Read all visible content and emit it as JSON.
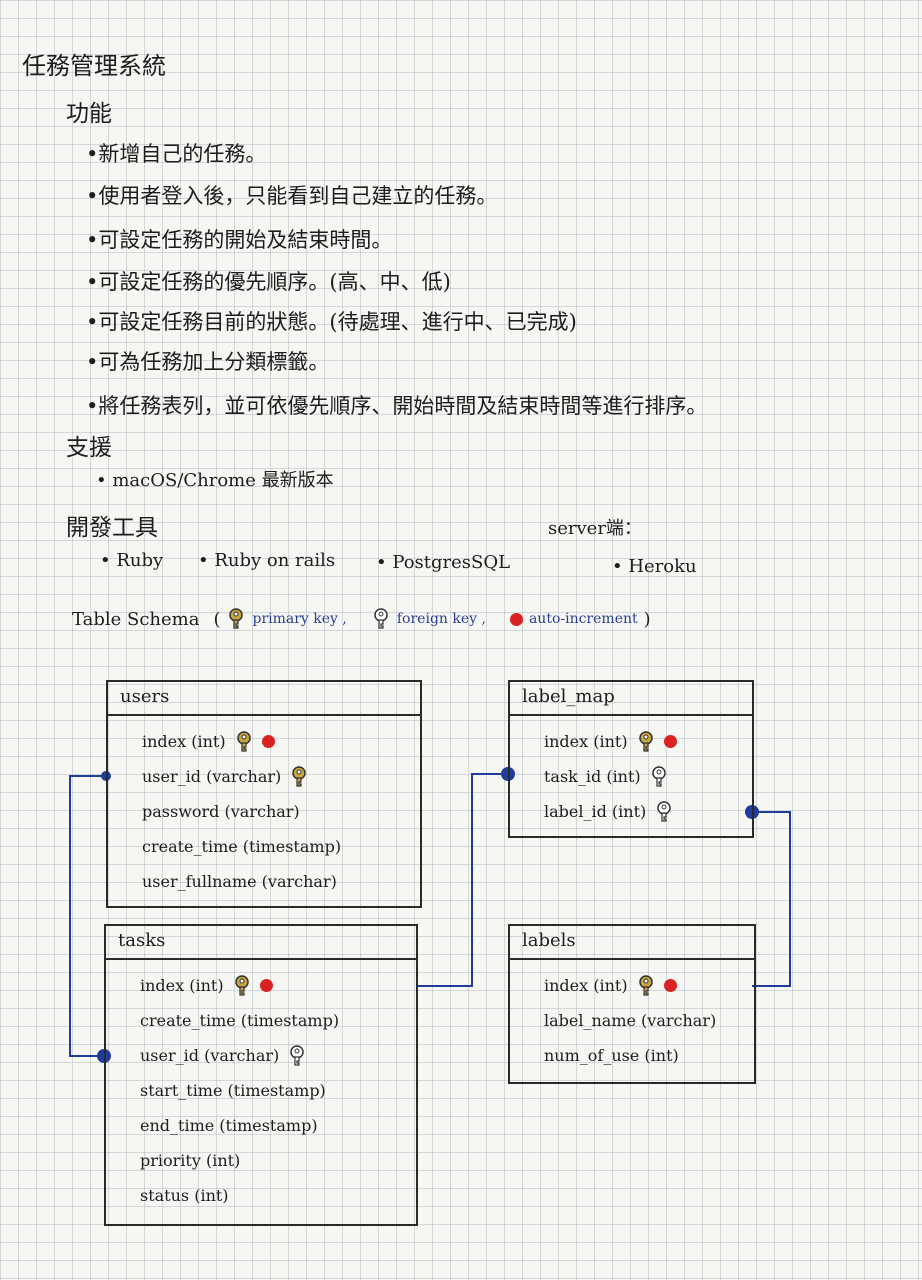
{
  "title": "任務管理系統",
  "features": {
    "heading": "功能",
    "items": [
      "•新增自己的任務。",
      "•使用者登入後，只能看到自己建立的任務。",
      "•可設定任務的開始及結束時間。",
      "•可設定任務的優先順序。(高、中、低)",
      "•可設定任務目前的狀態。(待處理、進行中、已完成)",
      "•可為任務加上分類標籤。",
      "•將任務表列，並可依優先順序、開始時間及結束時間等進行排序。"
    ]
  },
  "support": {
    "heading": "支援",
    "items": [
      "• macOS/Chrome 最新版本"
    ]
  },
  "dev_tools": {
    "heading": "開發工具",
    "items": [
      "• Ruby",
      "• Ruby on rails",
      "• PostgresSQL"
    ]
  },
  "server": {
    "heading": "server端：",
    "items": [
      "• Heroku"
    ]
  },
  "schema": {
    "label": "Table Schema",
    "open": "(",
    "close": ")",
    "legend_primary": "primary key ,",
    "legend_foreign": "foreign key ,",
    "legend_auto": "auto-increment",
    "colors": {
      "primary_key": "#c9a640",
      "foreign_key": "#ffffff",
      "auto_increment": "#d92323",
      "relation_line": "#1f3c9a"
    },
    "tables": {
      "users": {
        "name": "users",
        "fields": [
          {
            "text": "index (int)",
            "pk": true,
            "fk": false,
            "ai": true
          },
          {
            "text": "user_id (varchar)",
            "pk": true,
            "fk": false,
            "ai": false
          },
          {
            "text": "password (varchar)",
            "pk": false,
            "fk": false,
            "ai": false
          },
          {
            "text": "create_time (timestamp)",
            "pk": false,
            "fk": false,
            "ai": false
          },
          {
            "text": "user_fullname (varchar)",
            "pk": false,
            "fk": false,
            "ai": false
          }
        ]
      },
      "tasks": {
        "name": "tasks",
        "fields": [
          {
            "text": "index (int)",
            "pk": true,
            "fk": false,
            "ai": true
          },
          {
            "text": "create_time (timestamp)",
            "pk": false,
            "fk": false,
            "ai": false
          },
          {
            "text": "user_id (varchar)",
            "pk": false,
            "fk": true,
            "ai": false
          },
          {
            "text": "start_time (timestamp)",
            "pk": false,
            "fk": false,
            "ai": false
          },
          {
            "text": "end_time (timestamp)",
            "pk": false,
            "fk": false,
            "ai": false
          },
          {
            "text": "priority (int)",
            "pk": false,
            "fk": false,
            "ai": false
          },
          {
            "text": "status (int)",
            "pk": false,
            "fk": false,
            "ai": false
          }
        ]
      },
      "label_map": {
        "name": "label_map",
        "fields": [
          {
            "text": "index (int)",
            "pk": true,
            "fk": false,
            "ai": true
          },
          {
            "text": "task_id (int)",
            "pk": false,
            "fk": true,
            "ai": false
          },
          {
            "text": "label_id (int)",
            "pk": false,
            "fk": true,
            "ai": false
          }
        ]
      },
      "labels": {
        "name": "labels",
        "fields": [
          {
            "text": "index (int)",
            "pk": true,
            "fk": false,
            "ai": true
          },
          {
            "text": "label_name (varchar)",
            "pk": false,
            "fk": false,
            "ai": false
          },
          {
            "text": "num_of_use (int)",
            "pk": false,
            "fk": false,
            "ai": false
          }
        ]
      }
    }
  }
}
